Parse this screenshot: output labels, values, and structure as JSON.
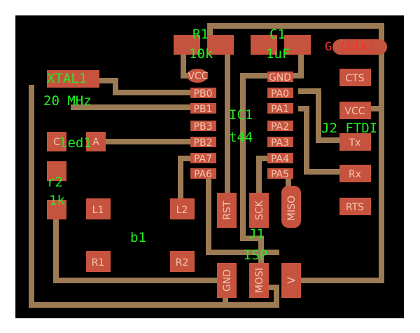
{
  "colors": {
    "background": "#ffffff",
    "board": "#000000",
    "trace": "#9c7b54",
    "pad": "#c6533e",
    "pad_label": "#f3c6b2",
    "silkscreen": "#22ee22",
    "red_text": "#f0342e"
  },
  "components": {
    "r1_ref": "R1",
    "r1_value": "10k",
    "c1_ref": "C1",
    "c1_value": "1uF",
    "xtal_ref": "XTAL1",
    "xtal_value": "20 MHz",
    "ic_ref": "IC1",
    "ic_value": "t44",
    "j2_label": "J2 FTDI",
    "led_ref": "led1",
    "r2_ref": "r2",
    "r2_value": "1k",
    "button_ref": "b1",
    "j1_ref": "J1",
    "j1_value": "ISP",
    "ftdi_gnd_label": "G (blk)"
  },
  "pins": {
    "vcc_left": "VCC",
    "pb0": "PB0",
    "pb1": "PB1",
    "pb3": "PB3",
    "pb2": "PB2",
    "pa7": "PA7",
    "pa6": "PA6",
    "gnd_right": "GND",
    "pa0": "PA0",
    "pa1": "PA1",
    "pa2": "PA2",
    "pa3": "PA3",
    "pa4": "PA4",
    "pa5": "PA5"
  },
  "pads": {
    "cts": "CTS",
    "vcc": "VCC",
    "tx": "Tx",
    "rx": "Rx",
    "rts": "RTS",
    "l1": "L1",
    "l2": "L2",
    "r1_pad": "R1",
    "r2_pad": "R2",
    "rst": "RST",
    "sck": "SCK",
    "miso": "MISO",
    "gnd_isp": "GND",
    "mosi": "MOSI",
    "v_isp": "V",
    "led_c": "C",
    "led_a": "A"
  }
}
